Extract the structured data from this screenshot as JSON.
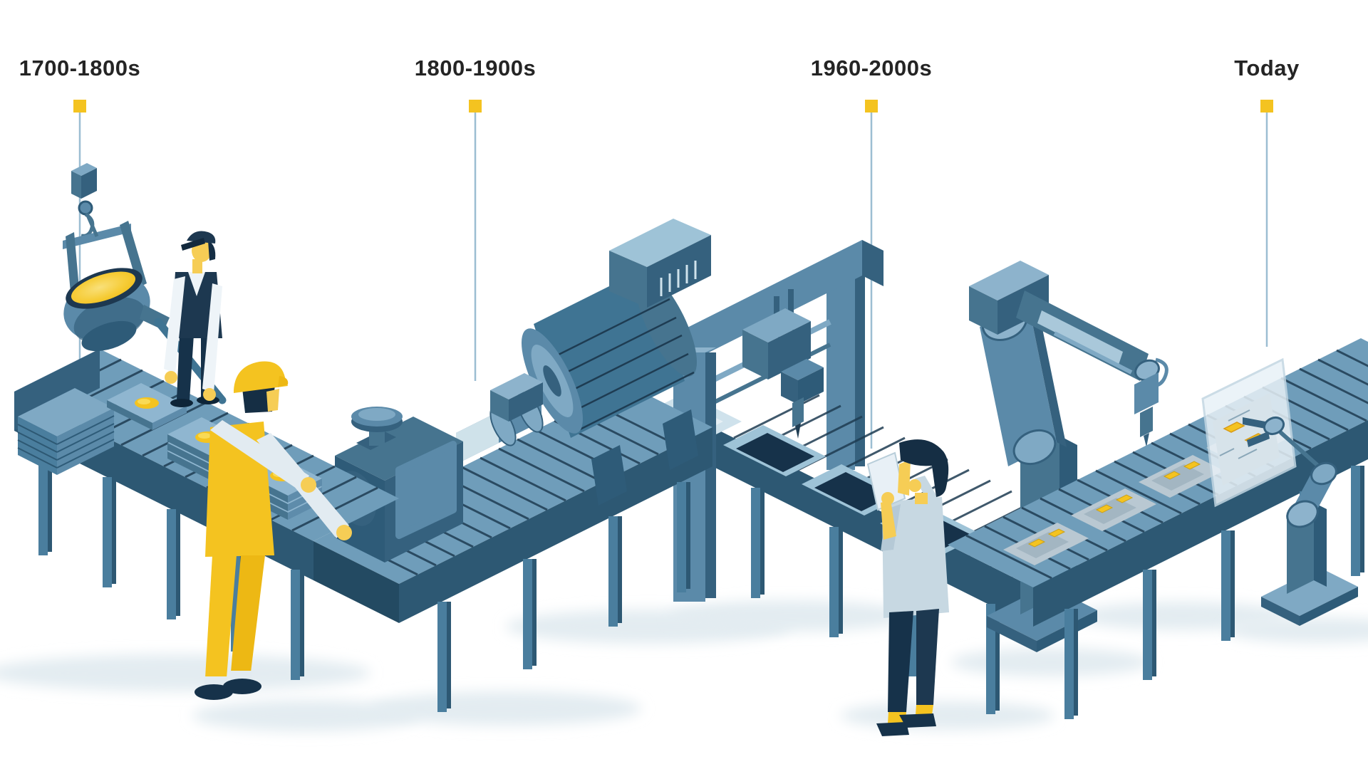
{
  "page": {
    "background": "#ffffff",
    "title": "Evolution of manufacturing — isometric timeline illustration"
  },
  "palette": {
    "label_ink": "#242424",
    "timeline_marker_yellow": "#f4c320",
    "timeline_line_blue": "#9cbed2",
    "belt_surface": "#6f9dba",
    "belt_slat_light": "#8fb6d0",
    "belt_slat_dark": "#1e3c52",
    "table_front_dark": "#2d5873",
    "machine_dark": "#2e5b78",
    "machine_mid": "#3f7493",
    "machine_light": "#7fa9c4",
    "machine_lighter": "#9ec3d7",
    "navy": "#16324a",
    "accent_yellow": "#f4c320",
    "accent_yellow_light": "#f9da55",
    "skin": "#f6cd55",
    "shirt_white": "#eef4f8",
    "coat_light": "#c7d8e2",
    "floor_shadow": "#e3ecf1"
  },
  "timeline": {
    "marker_color": "#f4c320",
    "line_color": "#9cbed2",
    "label_color": "#242424",
    "items": [
      {
        "id": "era-1700-1800s",
        "label": "1700-1800s"
      },
      {
        "id": "era-1800-1900s",
        "label": "1800-1900s"
      },
      {
        "id": "era-1960-2000s",
        "label": "1960-2000s"
      },
      {
        "id": "era-today",
        "label": "Today"
      }
    ]
  },
  "scene": {
    "stations": [
      {
        "id": "foundry",
        "era": "1700-1800s",
        "objects": [
          "hoist-hook",
          "crucible-ladle",
          "molten-metal",
          "mold-plates",
          "ingot-stack",
          "foundry-worker",
          "valve-worker",
          "handwheel"
        ]
      },
      {
        "id": "steam-power",
        "era": "1800-1900s",
        "objects": [
          "pump-body",
          "governor-cap",
          "coupling-shaft",
          "electric-motor",
          "terminal-box",
          "conveyor-table"
        ]
      },
      {
        "id": "automation",
        "era": "1960-2000s",
        "objects": [
          "gantry-frame",
          "tool-head",
          "part-trays",
          "inspector-with-tablet"
        ]
      },
      {
        "id": "robotics",
        "era": "Today",
        "objects": [
          "robot-arm-large",
          "robot-arm-small",
          "circuit-boards",
          "inspection-panel",
          "conveyor-belt"
        ]
      }
    ]
  }
}
